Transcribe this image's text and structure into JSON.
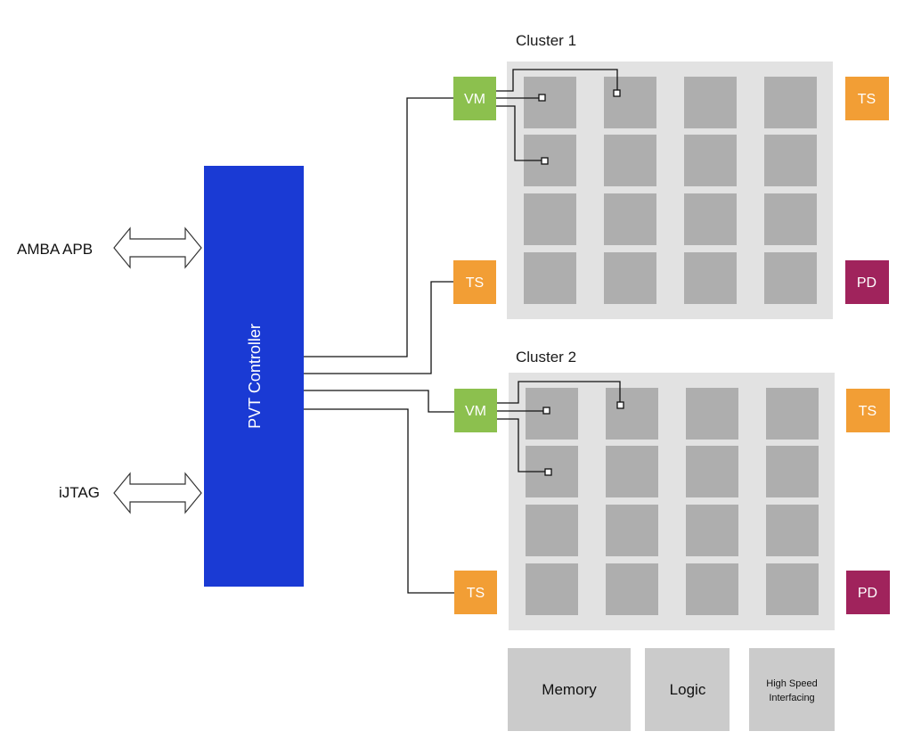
{
  "labels": {
    "cluster1": "Cluster 1",
    "cluster2": "Cluster 2",
    "controller": "PVT Controller",
    "amba": "AMBA APB",
    "ijtag": "iJTAG",
    "vm": "VM",
    "ts": "TS",
    "pd": "PD",
    "memory": "Memory",
    "logic": "Logic",
    "hs_line1": "High Speed",
    "hs_line2": "Interfacing"
  },
  "colors": {
    "controller": "#1a3ad4",
    "vm": "#8cc04e",
    "ts": "#f29e35",
    "pd": "#a0235c",
    "cluster_bg": "#e2e2e2",
    "cell": "#aeaeae",
    "block": "#cbcbcb",
    "wire": "#111111"
  }
}
